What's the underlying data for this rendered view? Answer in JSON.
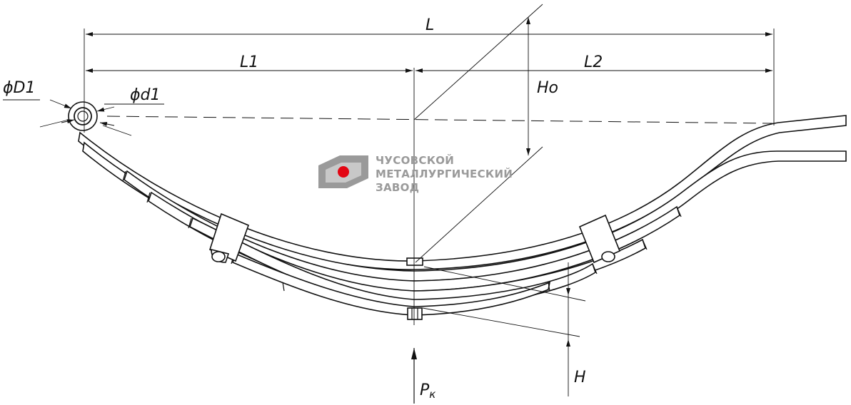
{
  "labels": {
    "L": "L",
    "L1": "L1",
    "L2": "L2",
    "Ho": "Ho",
    "D1": "ϕD1",
    "d1": "ϕd1",
    "Pk_main": "P",
    "Pk_sub": "к",
    "H": "H"
  },
  "logo": {
    "line1": "ЧУСОВСКОЙ",
    "line2": "МЕТАЛЛУРГИЧЕСКИЙ",
    "line3": "ЗАВОД",
    "accent_color": "#e30613",
    "gray_color": "#9a9a9a"
  }
}
